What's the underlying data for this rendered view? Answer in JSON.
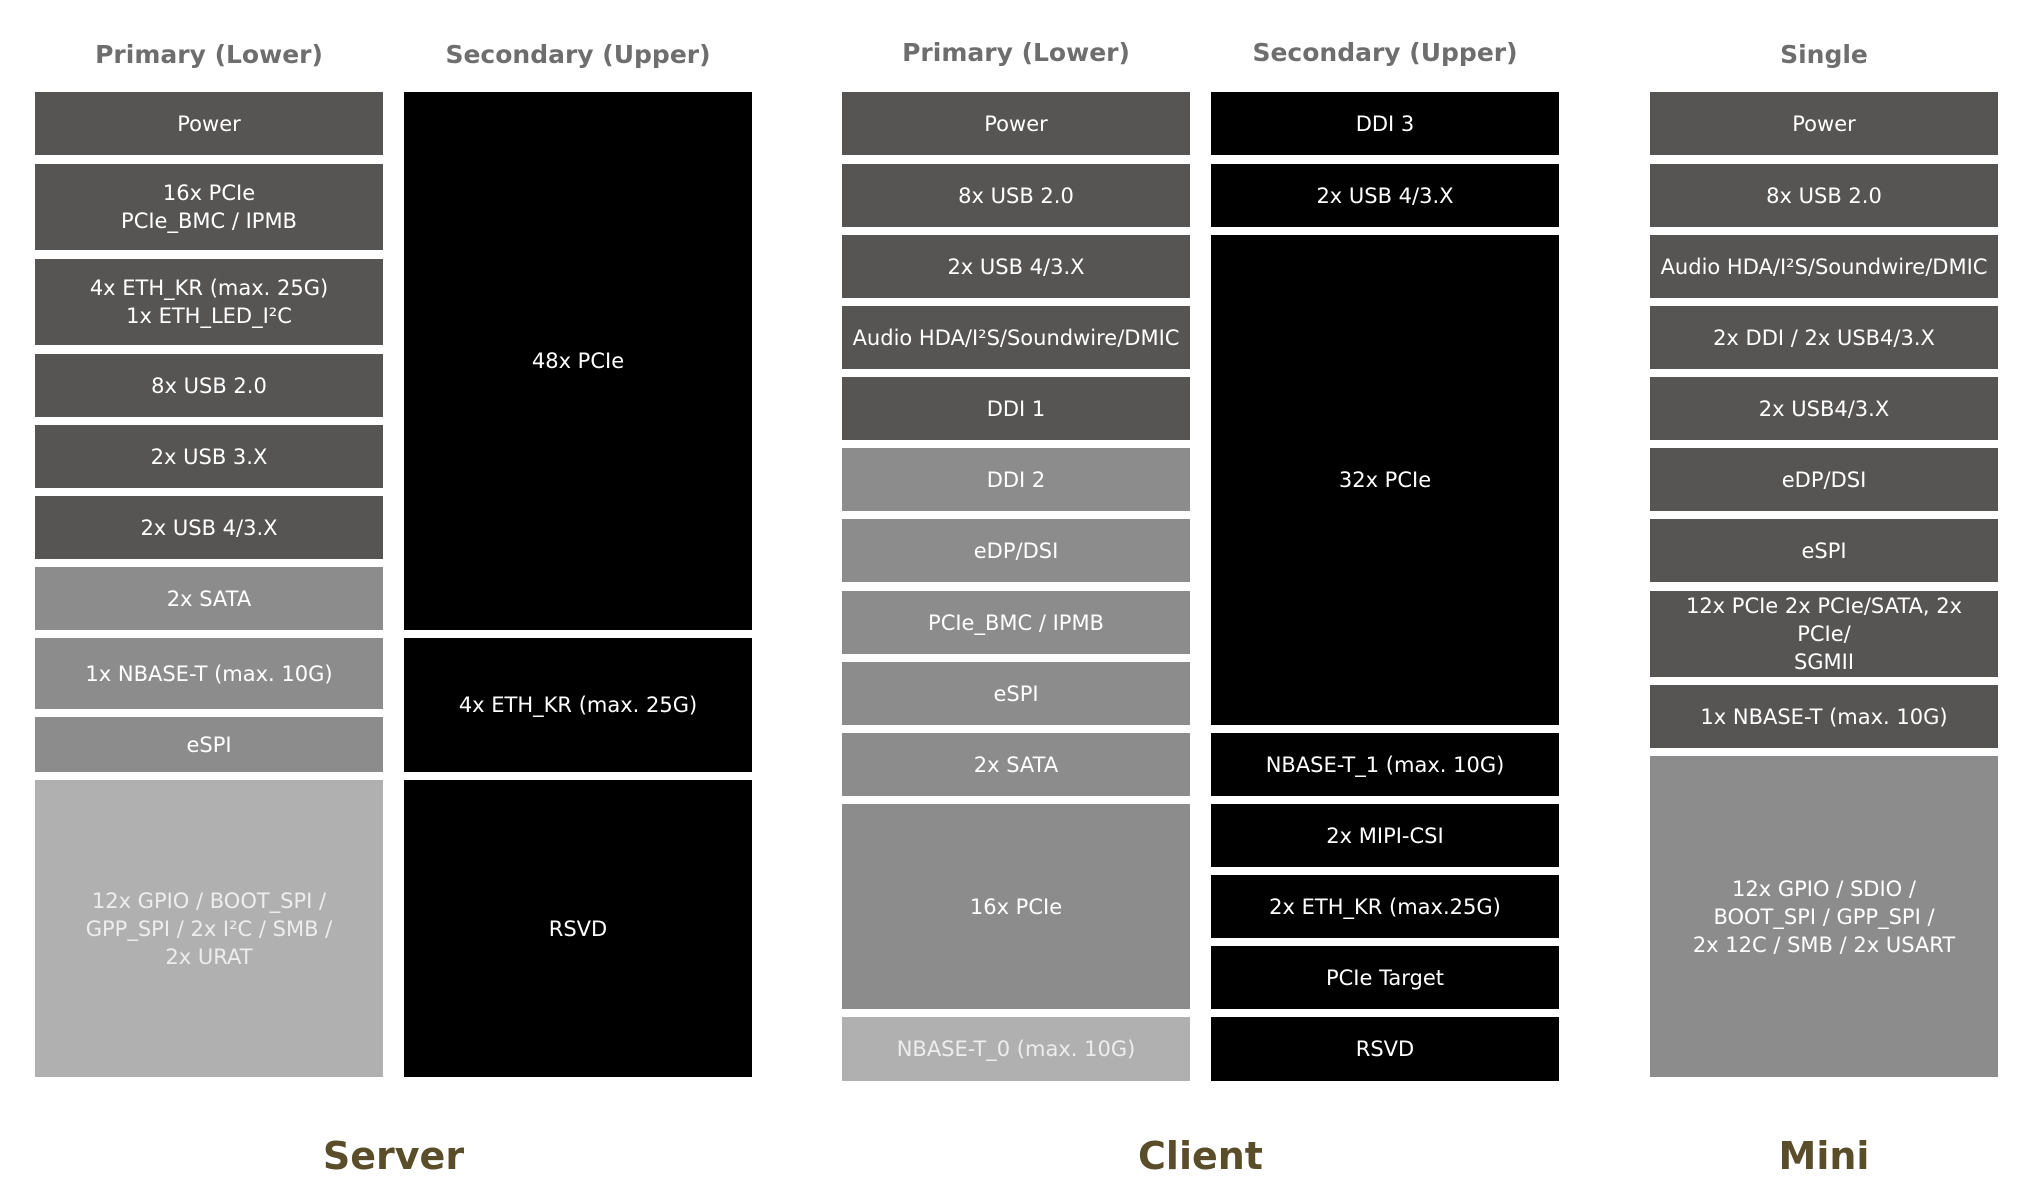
{
  "groups": {
    "server": {
      "label": "Server",
      "primary": {
        "header": "Primary (Lower)",
        "blocks": [
          "Power",
          "16x PCIe\nPCIe_BMC / IPMB",
          "4x ETH_KR (max. 25G)\n1x ETH_LED_I²C",
          "8x USB 2.0",
          "2x USB 3.X",
          "2x USB 4/3.X",
          "2x SATA",
          "1x NBASE-T (max. 10G)",
          "eSPI",
          "12x GPIO / BOOT_SPI /\nGPP_SPI / 2x I²C / SMB /\n2x URAT"
        ]
      },
      "secondary": {
        "header": "Secondary (Upper)",
        "blocks": [
          "48x PCIe",
          "4x ETH_KR (max. 25G)",
          "RSVD"
        ]
      }
    },
    "client": {
      "label": "Client",
      "primary": {
        "header": "Primary (Lower)",
        "blocks": [
          "Power",
          "8x USB 2.0",
          "2x USB 4/3.X",
          "Audio HDA/I²S/Soundwire/DMIC",
          "DDI 1",
          "DDI 2",
          "eDP/DSI",
          "PCIe_BMC / IPMB",
          "eSPI",
          "2x SATA",
          "16x PCIe",
          "NBASE-T_0 (max. 10G)"
        ]
      },
      "secondary": {
        "header": "Secondary (Upper)",
        "blocks": [
          "DDI 3",
          "2x USB 4/3.X",
          "32x PCIe",
          "NBASE-T_1 (max. 10G)",
          "2x MIPI-CSI",
          "2x ETH_KR (max.25G)",
          "PCIe Target",
          "RSVD"
        ]
      }
    },
    "mini": {
      "label": "Mini",
      "single": {
        "header": "Single",
        "blocks": [
          "Power",
          "8x USB 2.0",
          "Audio HDA/I²S/Soundwire/DMIC",
          "2x DDI / 2x USB4/3.X",
          "2x USB4/3.X",
          "eDP/DSI",
          "eSPI",
          "12x PCIe 2x PCIe/SATA, 2x PCIe/\nSGMII",
          "1x NBASE-T (max. 10G)",
          "12x GPIO / SDIO /\nBOOT_SPI / GPP_SPI /\n2x 12C / SMB / 2x USART"
        ]
      }
    }
  },
  "colors": {
    "dark_gray": "#565554",
    "medium_gray": "#8d8c8c",
    "light_gray": "#b1b0b0",
    "black": "#000000",
    "header_text": "#6e6e6e",
    "group_label": "#5a4e2a"
  }
}
